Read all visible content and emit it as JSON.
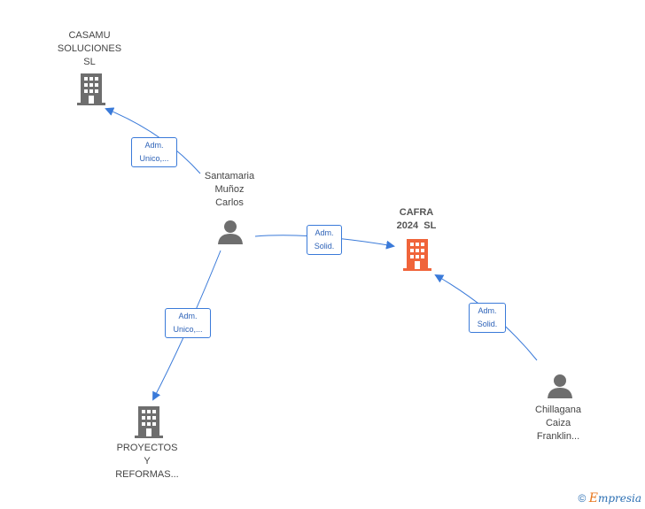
{
  "nodes": {
    "casamu": {
      "lines": [
        "CASAMU",
        "SOLUCIONES",
        "SL"
      ],
      "icon": "building-icon",
      "color": "#6e6e6e"
    },
    "santamaria": {
      "lines": [
        "Santamaria",
        "Muñoz",
        "Carlos"
      ],
      "icon": "person-icon",
      "color": "#6e6e6e"
    },
    "cafra": {
      "lines": [
        "CAFRA",
        "2024  SL"
      ],
      "icon": "building-icon",
      "color": "#f0643a"
    },
    "proyectos": {
      "lines": [
        "PROYECTOS",
        "Y",
        "REFORMAS..."
      ],
      "icon": "building-icon",
      "color": "#6e6e6e"
    },
    "chillagana": {
      "lines": [
        "Chillagana",
        "Caiza",
        "Franklin..."
      ],
      "icon": "person-icon",
      "color": "#6e6e6e"
    }
  },
  "edges": {
    "santamaria_casamu": [
      "Adm.",
      "Unico,..."
    ],
    "santamaria_cafra": [
      "Adm.",
      "Solid."
    ],
    "santamaria_proyectos": [
      "Adm.",
      "Unico,..."
    ],
    "chillagana_cafra": [
      "Adm.",
      "Solid."
    ]
  },
  "colors": {
    "edge": "#3a7ad9"
  },
  "footer": {
    "copyright": "©",
    "brand_initial": "E",
    "brand_rest": "mpresia"
  }
}
